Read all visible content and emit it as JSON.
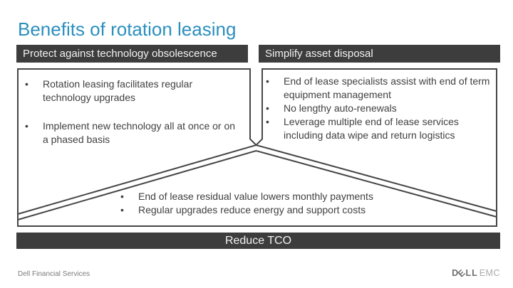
{
  "slide": {
    "title": "Benefits of rotation leasing",
    "columns": [
      {
        "header": "Protect against technology obsolescence",
        "bullets": [
          "Rotation leasing facilitates regular technology upgrades",
          "Implement new technology all at once or on a phased basis"
        ]
      },
      {
        "header": "Simplify asset disposal",
        "bullets": [
          "End of lease specialists assist with end of term equipment management",
          "No lengthy auto-renewals",
          "Leverage multiple end of lease services including data wipe and return logistics"
        ]
      }
    ],
    "merge_bullets": [
      "End of lease residual value lowers monthly payments",
      "Regular upgrades reduce energy and support costs"
    ],
    "tco_bar_label": "Reduce TCO",
    "footer_text": "Dell Financial Services",
    "logo": {
      "d": "D",
      "e": "E",
      "ll": "LL",
      "emc": "EMC"
    },
    "colors": {
      "title-color": "#2b8fbe",
      "bar-bg": "#3d3d3d",
      "bar-text": "#f2f2f2",
      "outline-color": "#464646",
      "body-text": "#404040",
      "footer-text": "#7a7a7a"
    }
  }
}
